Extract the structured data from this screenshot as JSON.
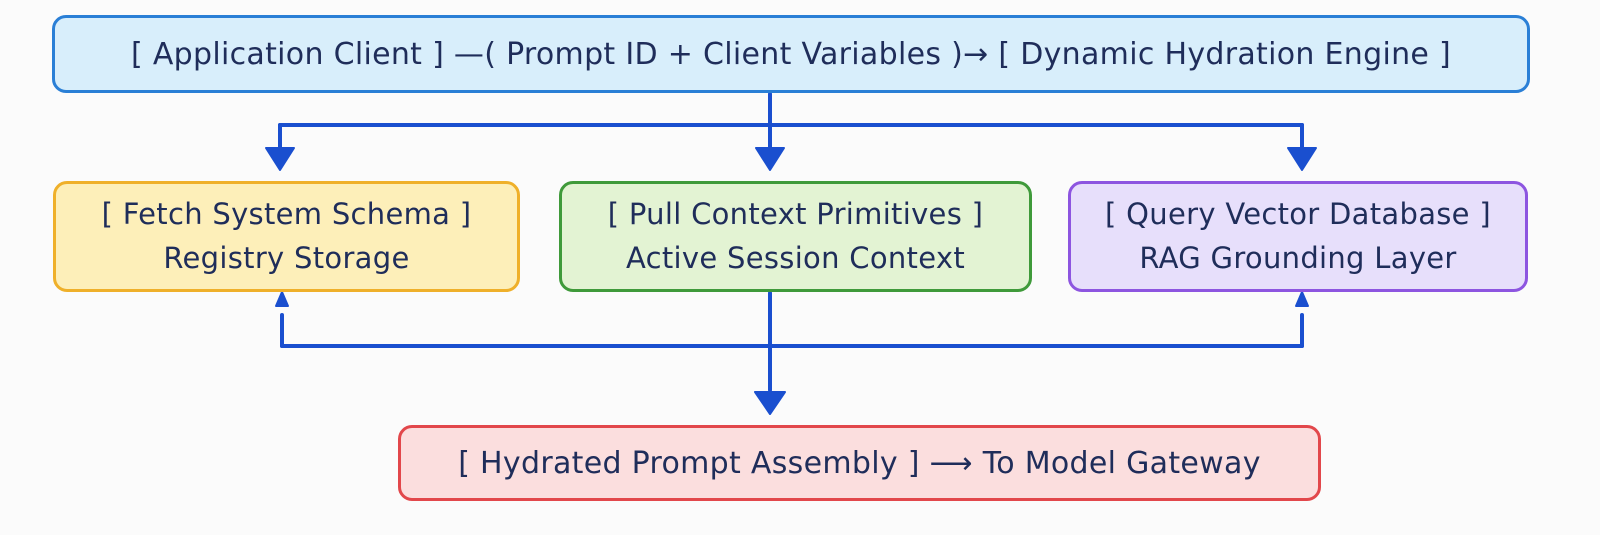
{
  "nodes": {
    "top": {
      "text": "[ Application Client ] —( Prompt ID + Client Variables )→ [ Dynamic Hydration Engine ]"
    },
    "schema": {
      "line1": "[ Fetch System Schema ]",
      "line2": "Registry Storage"
    },
    "context": {
      "line1": "[ Pull Context Primitives ]",
      "line2": "Active Session Context"
    },
    "vector": {
      "line1": "[ Query Vector Database ]",
      "line2": "RAG Grounding Layer"
    },
    "bottom": {
      "text": "[ Hydrated Prompt Assembly ] ⟶ To Model Gateway"
    }
  },
  "colors": {
    "arrow": "#1a4fcf",
    "top_fill": "#d8eefb",
    "top_border": "#2a7fd6",
    "schema_fill": "#fdefb9",
    "schema_border": "#efb02a",
    "context_fill": "#e3f3d3",
    "context_border": "#3f9a3a",
    "vector_fill": "#e7dffb",
    "vector_border": "#8d55e0",
    "bottom_fill": "#fbdede",
    "bottom_border": "#e2474b"
  }
}
